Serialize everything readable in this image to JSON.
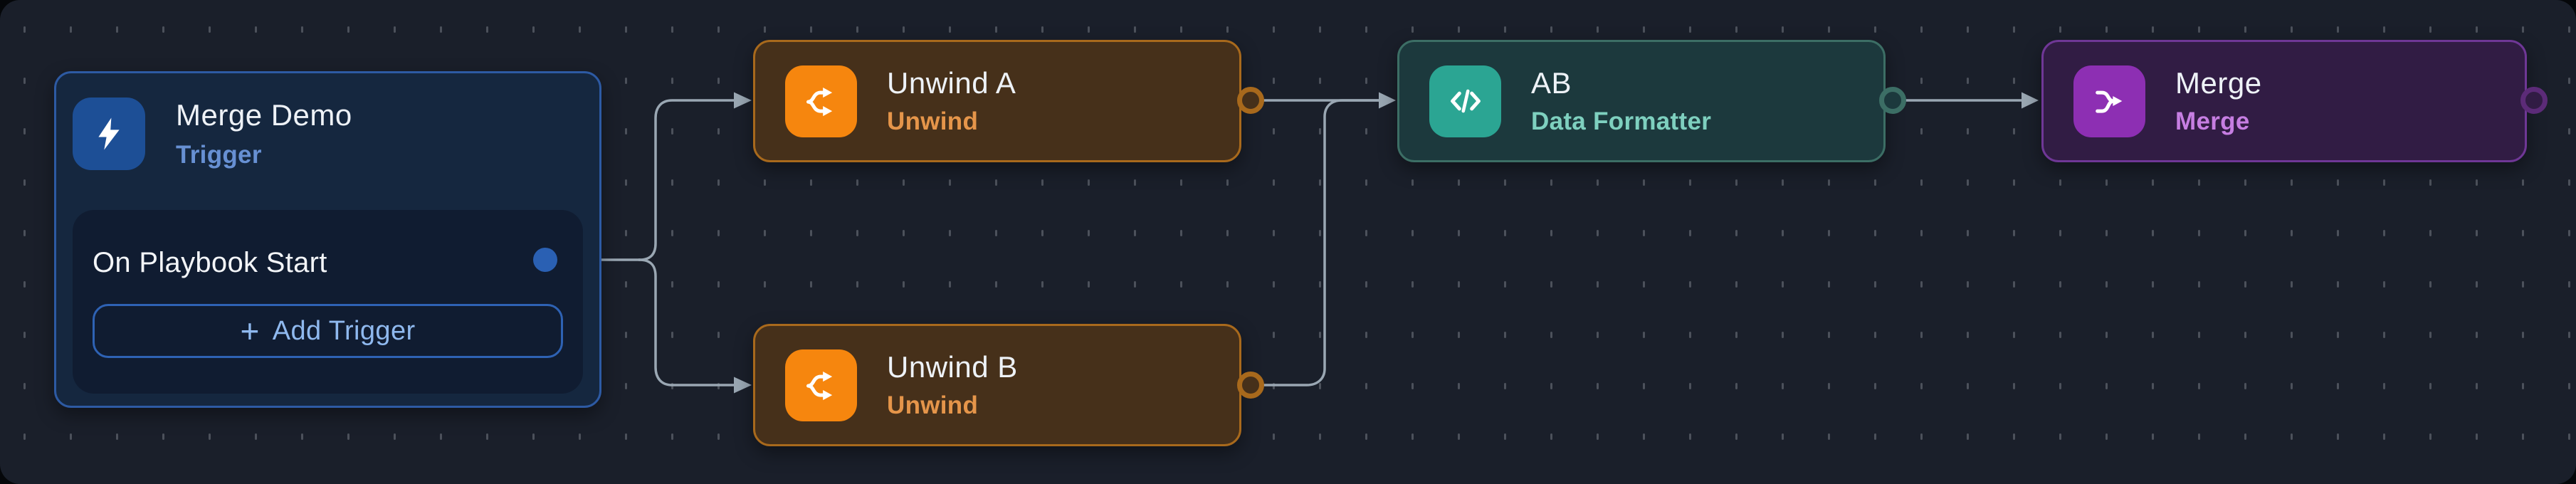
{
  "palette": {
    "canvas_bg": "#1a1f2a",
    "edge_color": "#9aa7b3",
    "trigger_accent": "#1d4f96",
    "trigger_border": "#2d5aa3",
    "trigger_subtitle": "#6790d3",
    "unwind_accent": "#f6860e",
    "unwind_border": "#a8691c",
    "unwind_subtitle": "#e5954a",
    "formatter_accent": "#2ba593",
    "formatter_border": "#3c6e65",
    "formatter_subtitle": "#7ed0bf",
    "merge_accent": "#8d2fb3",
    "merge_border": "#6f3796",
    "merge_subtitle": "#c67ee2"
  },
  "nodes": [
    {
      "title": "Merge Demo",
      "subtitle": "Trigger",
      "type": "trigger",
      "icon": "lightning-icon"
    },
    {
      "title": "Unwind A",
      "subtitle": "Unwind",
      "type": "unwind",
      "icon": "split-icon"
    },
    {
      "title": "Unwind B",
      "subtitle": "Unwind",
      "type": "unwind",
      "icon": "split-icon"
    },
    {
      "title": "AB",
      "subtitle": "Data Formatter",
      "type": "data-formatter",
      "icon": "code-icon"
    },
    {
      "title": "Merge",
      "subtitle": "Merge",
      "type": "merge",
      "icon": "merge-icon"
    }
  ],
  "trigger_panel": {
    "event_label": "On Playbook Start",
    "add_button_label": "Add Trigger",
    "plus_sign": "+"
  }
}
